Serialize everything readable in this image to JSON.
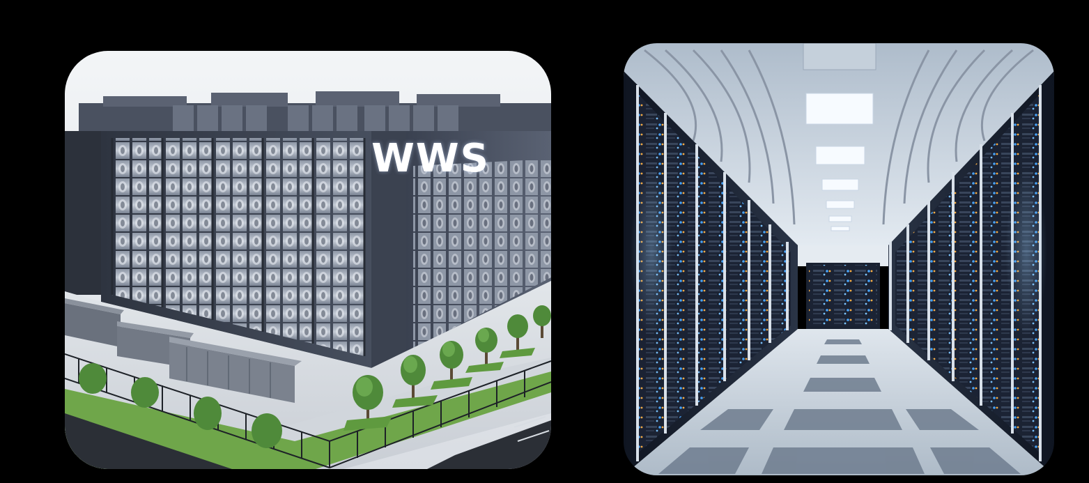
{
  "scene": {
    "background": "#000000",
    "left_panel": {
      "subject": "data-center-building",
      "sign_text": "WWS",
      "colors": {
        "sky": "#e4e7eb",
        "facade": "#3e4553",
        "panel_glass": "#b9c0cb",
        "lawn": "#6fa64a",
        "road": "#2b2f36",
        "fence": "#1d2127"
      }
    },
    "right_panel": {
      "subject": "server-room-aisle",
      "colors": {
        "ceiling": "#dbe3ec",
        "rack": "#1a2232",
        "led_blue": "#4aa8ff",
        "led_amber": "#ffb347",
        "floor": "#c9d4df"
      }
    }
  }
}
